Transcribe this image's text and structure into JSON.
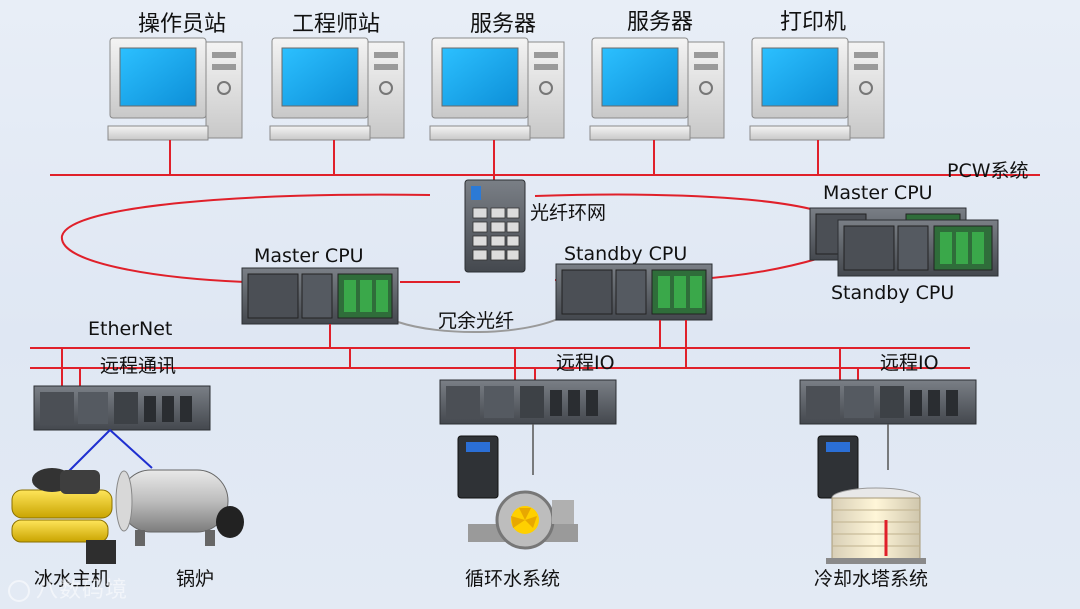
{
  "workstations": [
    {
      "label": "操作员站"
    },
    {
      "label": "工程师站"
    },
    {
      "label": "服务器"
    },
    {
      "label": "服务器"
    },
    {
      "label": "打印机"
    }
  ],
  "network_labels": {
    "pcw": "PCW系统",
    "fiber_ring": "光纤环网",
    "redundant_fiber": "冗余光纤",
    "ethernet": "EtherNet"
  },
  "controllers": {
    "left_master": "Master CPU",
    "center_standby": "Standby CPU",
    "right_master": "Master CPU",
    "right_standby": "Standby CPU"
  },
  "remote_stations": [
    {
      "label": "远程通讯"
    },
    {
      "label": "远程IO"
    },
    {
      "label": "远程IO"
    }
  ],
  "equipment": [
    {
      "label": "冰水主机"
    },
    {
      "label": "锅炉"
    },
    {
      "label": "循环水系统"
    },
    {
      "label": "冷却水塔系统"
    }
  ],
  "watermark": "八数码境",
  "colors": {
    "network_line": "#e0202a",
    "link_line": "#1f2fd0",
    "device_gray": "#5a5f66",
    "screen_blue": "#1aa7f0",
    "module_green": "#3aa84a"
  }
}
